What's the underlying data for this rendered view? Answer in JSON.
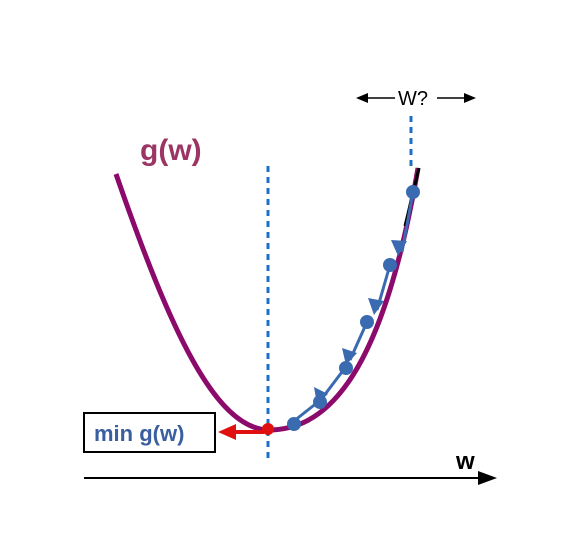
{
  "labels": {
    "function": "g(w)",
    "minimum": "min g(w)",
    "axis": "w",
    "start_range": "W?"
  },
  "colors": {
    "curve": "#8b0a6b",
    "function_label": "#9b3564",
    "steps": "#3a6ab0",
    "min_label": "#3a5fa0",
    "min_arrow": "#e01010",
    "guides": "#1e6fc8",
    "axis": "#000000"
  },
  "icons": {
    "range_arrows": "double-headed-arrow",
    "min_pointer": "left-arrow"
  }
}
